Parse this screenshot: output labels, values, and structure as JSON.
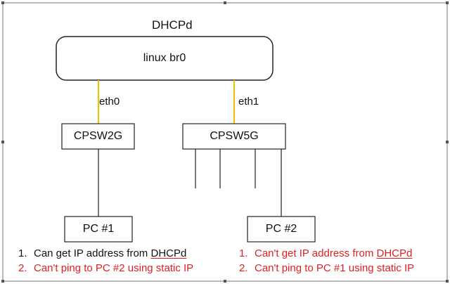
{
  "diagram": {
    "title": "DHCPd",
    "bridge": {
      "label": "linux br0"
    },
    "left_port": {
      "label": "eth0"
    },
    "right_port": {
      "label": "eth1"
    },
    "switch_left": {
      "label": "CPSW2G"
    },
    "switch_right": {
      "label": "CPSW5G"
    },
    "pc_left": {
      "label": "PC #1"
    },
    "pc_right": {
      "label": "PC #2"
    }
  },
  "notes": {
    "left": [
      {
        "num": "1.",
        "text": "Can get IP address from ",
        "link": "DHCPd",
        "color": "#111111"
      },
      {
        "num": "2.",
        "text": "Can't ping to PC #2 using static IP",
        "link": "",
        "color": "#e02020"
      }
    ],
    "right": [
      {
        "num": "1.",
        "text": "Can't get IP address from ",
        "link": "DHCPd",
        "color": "#e02020"
      },
      {
        "num": "2.",
        "text": "Can't ping to PC #1 using static IP",
        "link": "",
        "color": "#e02020"
      }
    ]
  },
  "colors": {
    "port_link": "#f0c000",
    "line": "#222222",
    "note_red": "#e02020"
  }
}
